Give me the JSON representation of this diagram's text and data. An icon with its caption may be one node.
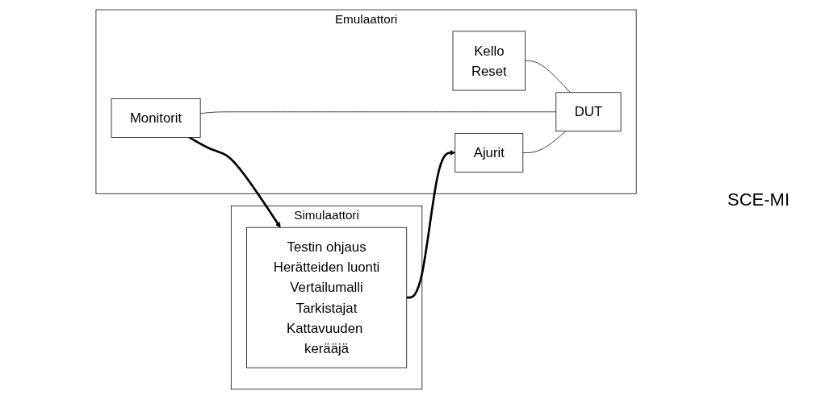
{
  "diagram": {
    "nodes": [
      {
        "text": [
          "Simulaattori"
        ]
      },
      {
        "text": [
          "Testin ohjaus",
          "Herätteiden luonti",
          "Vertailumalli",
          "Tarkistajat",
          "Kattavuuden kerääjä"
        ],
        "in": 0
      },
      {
        "text": [
          "Emulaattori"
        ]
      },
      {
        "text": [
          "Kello",
          "Reset"
        ],
        "in": 2
      },
      {
        "text": [
          "Monitorit"
        ],
        "in": 2
      },
      {
        "text": [
          "Ajurit"
        ],
        "in": 2
      },
      {
        "text": [
          "DUT"
        ],
        "in": 2
      }
    ],
    "edges": [
      {
        "from": 4,
        "to": 1,
        "arrow": "to",
        "style": "thick"
      },
      {
        "from": 1,
        "to": 5,
        "arrow": "to",
        "style": "thick"
      },
      {
        "from": 3,
        "to": 6,
        "arrow": "none"
      },
      {
        "from": 4,
        "to": 6,
        "arrow": "none"
      },
      {
        "from": 5,
        "to": 6,
        "arrow": "none"
      }
    ],
    "labels": [
      "SCE-MI"
    ]
  }
}
